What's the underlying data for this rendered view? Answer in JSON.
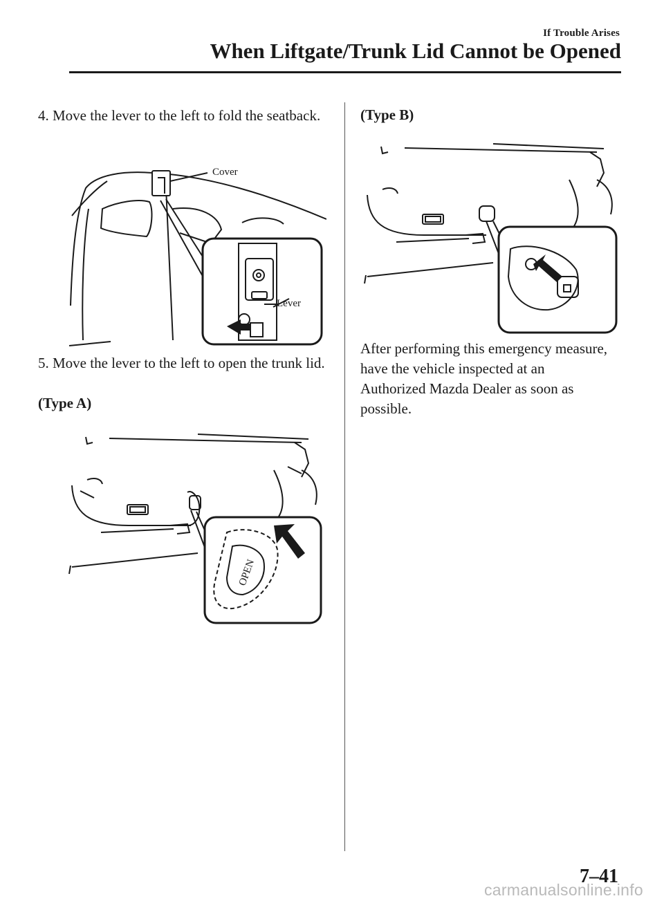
{
  "header": {
    "section": "If Trouble Arises",
    "title": "When Liftgate/Trunk Lid Cannot be Opened"
  },
  "steps": [
    {
      "text": "4. Move the lever to the left to fold the seatback."
    },
    {
      "text": "5. Move the lever to the left to open the trunk lid."
    }
  ],
  "figures": {
    "seatback": {
      "cover_label": "Cover",
      "lever_label": "Lever"
    },
    "type_a": {
      "label": "(Type A)",
      "lever_text": "OPEN"
    },
    "type_b": {
      "label": "(Type B)"
    }
  },
  "after_text": "After performing this emergency measure, have the vehicle inspected at an Authorized Mazda Dealer as soon as possible.",
  "page_number": "7–41",
  "watermark": "carmanualsonline.info"
}
